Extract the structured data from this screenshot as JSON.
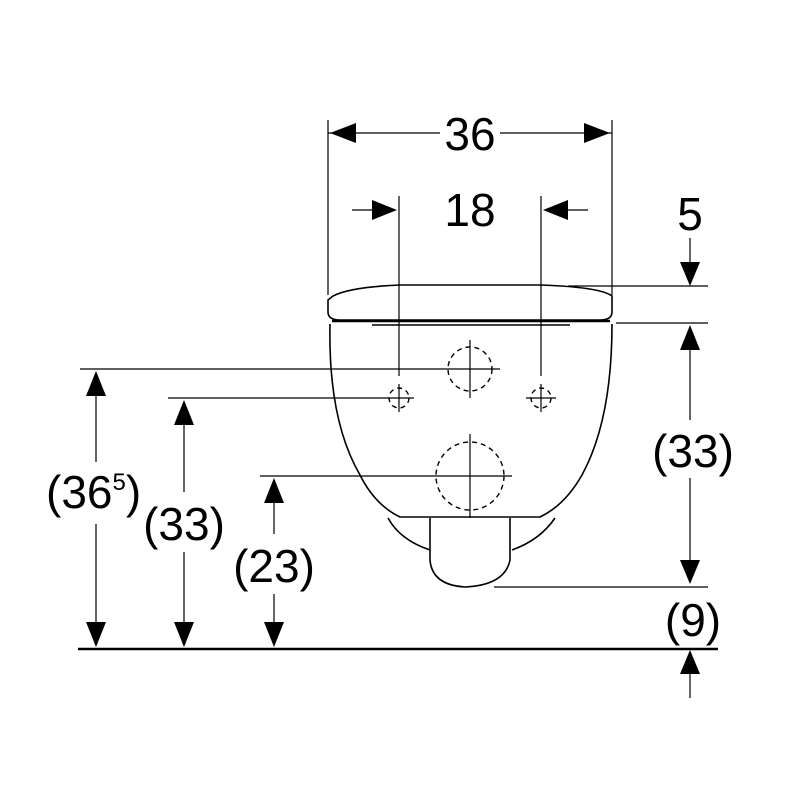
{
  "dimensions": {
    "overall_width": "36",
    "fixing_spacing": "18",
    "seat_offset": "5",
    "bowl_height_right": "(33)",
    "pan_clearance": "(9)",
    "upper_connection_height": "(36",
    "upper_connection_height_sup": "5",
    "upper_connection_height_close": ")",
    "fixing_height": "(33)",
    "outlet_height": "(23)"
  }
}
